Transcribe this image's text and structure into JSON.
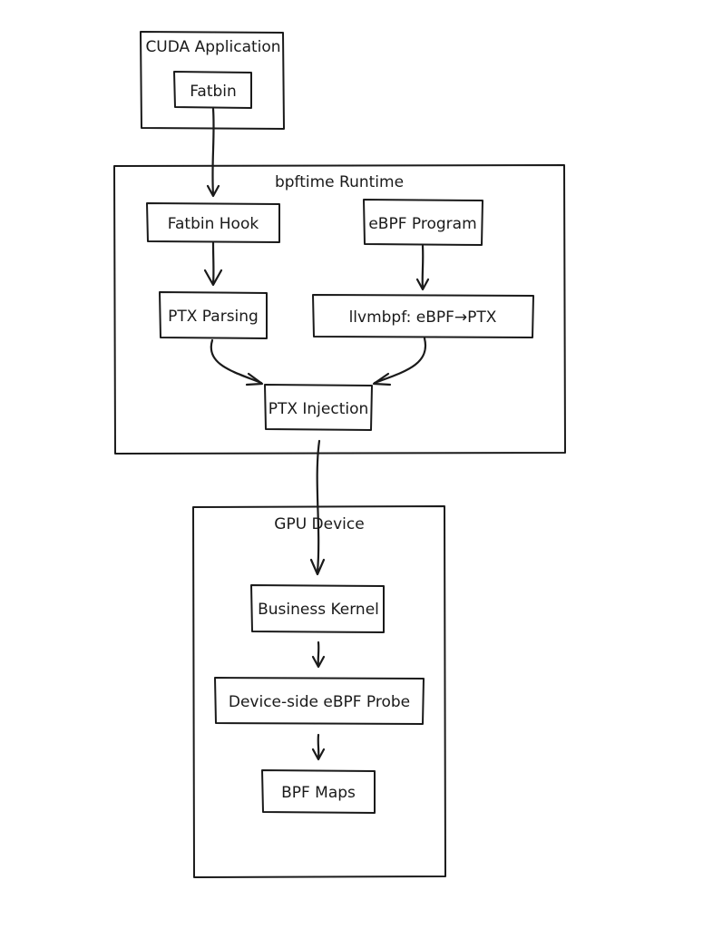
{
  "groups": {
    "cuda_app": {
      "label": "CUDA Application"
    },
    "runtime": {
      "label": "bpftime Runtime"
    },
    "gpu": {
      "label": "GPU Device"
    }
  },
  "nodes": {
    "fatbin": {
      "label": "Fatbin"
    },
    "fatbin_hook": {
      "label": "Fatbin Hook"
    },
    "ebpf_program": {
      "label": "eBPF Program"
    },
    "ptx_parsing": {
      "label": "PTX Parsing"
    },
    "llvmbpf": {
      "label": "llvmbpf: eBPF→PTX"
    },
    "ptx_injection": {
      "label": "PTX Injection"
    },
    "business_kernel": {
      "label": "Business Kernel"
    },
    "ebpf_probe": {
      "label": "Device-side eBPF Probe"
    },
    "bpf_maps": {
      "label": "BPF Maps"
    }
  },
  "edges": [
    {
      "from": "Fatbin",
      "to": "Fatbin Hook"
    },
    {
      "from": "Fatbin Hook",
      "to": "PTX Parsing"
    },
    {
      "from": "eBPF Program",
      "to": "llvmbpf: eBPF→PTX"
    },
    {
      "from": "PTX Parsing",
      "to": "PTX Injection"
    },
    {
      "from": "llvmbpf: eBPF→PTX",
      "to": "PTX Injection"
    },
    {
      "from": "PTX Injection",
      "to": "Business Kernel"
    },
    {
      "from": "Business Kernel",
      "to": "Device-side eBPF Probe"
    },
    {
      "from": "Device-side eBPF Probe",
      "to": "BPF Maps"
    }
  ]
}
